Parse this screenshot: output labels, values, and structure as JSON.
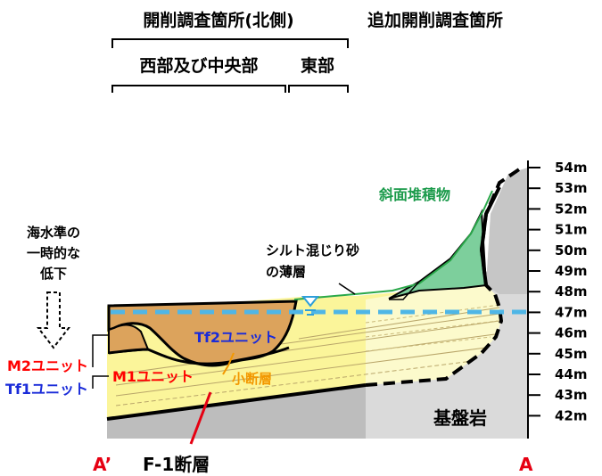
{
  "headers": {
    "excavation_north": "開削調査箇所(北側)",
    "west_central": "西部及び中央部",
    "east": "東部",
    "additional": "追加開削調査箇所"
  },
  "left_note": {
    "line1": "海水準の",
    "line2": "一時的な",
    "line3": "低下"
  },
  "labels": {
    "m2_unit": "M2ユニット",
    "tf1_unit": "Tf1ユニット",
    "tf2_unit": "Tf2ユニット",
    "m1_unit": "M1ユニット",
    "small_fault": "小断層",
    "slope_deposit": "斜面堆積物",
    "silt_line1": "シルト混じり砂",
    "silt_line2": "の薄層",
    "bedrock": "基盤岩",
    "fault": "F-1断層",
    "end_left": "A’",
    "end_right": "A"
  },
  "elevation_axis": {
    "ticks": [
      "54m",
      "53m",
      "52m",
      "51m",
      "50m",
      "49m",
      "48m",
      "47m",
      "46m",
      "45m",
      "44m",
      "43m",
      "42m"
    ]
  },
  "colors": {
    "tf_yellow": "#fbf59a",
    "m2_orange": "#dca35c",
    "bedrock_gray": "#bdbdbd",
    "bedrock_light": "#dadada",
    "slope_green": "#7dcf9c",
    "water_blue": "#4fb6e6",
    "m2_red": "#ff0000",
    "tf_blue": "#1a2bd9",
    "fault_orange": "#f39800",
    "slope_text_green": "#1a9a4a"
  }
}
